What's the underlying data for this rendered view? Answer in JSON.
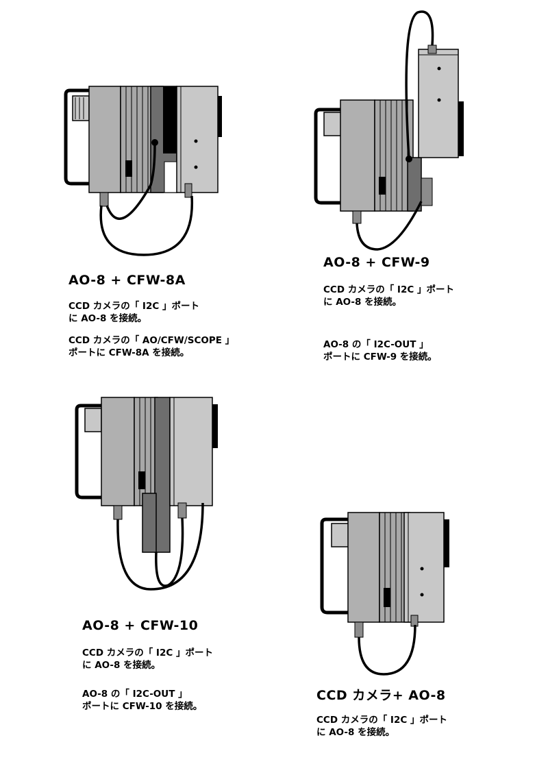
{
  "panels": {
    "p1": {
      "title": "AO-8 + CFW-8A",
      "desc1": "CCD カメラの「 I2C 」ポート\nに AO-8 を接続。",
      "desc2": "CCD カメラの「 AO/CFW/SCOPE 」\nポートに CFW-8A を接続。"
    },
    "p2": {
      "title": "AO-8 + CFW-9",
      "desc1": "CCD カメラの「 I2C 」ポート\nに AO-8 を接続。",
      "desc2": "AO-8 の「 I2C-OUT 」\nポートに CFW-9 を接続。"
    },
    "p3": {
      "title": "AO-8 + CFW-10",
      "desc1": "CCD カメラの「 I2C 」ポート\nに AO-8 を接続。",
      "desc2": "AO-8 の「 I2C-OUT 」\nポートに CFW-10 を接続。"
    },
    "p4": {
      "title": "CCD カメラ+ AO-8",
      "desc1": "CCD カメラの「 I2C 」ポート\nに AO-8 を接続。"
    }
  },
  "colors": {
    "body_gray": "#b0b0b0",
    "dark_gray": "#6e6e6e",
    "mid_gray": "#8c8c8c",
    "light_gray": "#c8c8c8",
    "cable": "#000000"
  }
}
